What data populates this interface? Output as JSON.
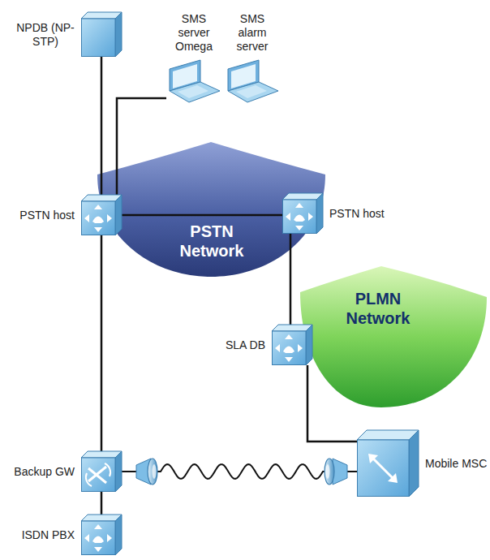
{
  "diagram": {
    "nodes": [
      {
        "text": [
          "NPDB (NP-STP)"
        ]
      },
      {
        "text": [
          "SMS server Omega"
        ]
      },
      {
        "text": [
          "SMS alarm server"
        ]
      },
      {
        "text": [
          "PSTN Network"
        ]
      },
      {
        "text": [
          "PSTN host"
        ]
      },
      {
        "text": [
          "PSTN host"
        ]
      },
      {
        "text": [
          "PLMN Network"
        ]
      },
      {
        "text": [
          "SLA DB"
        ]
      },
      {
        "text": [
          "Mobile MSC"
        ]
      },
      {
        "text": [
          "Backup GW"
        ]
      },
      {
        "text": [
          "ISDN PBX"
        ]
      }
    ],
    "edges": [
      {
        "from": 0,
        "to": 4,
        "arrow": "none"
      },
      {
        "from": 1,
        "to": 4,
        "arrow": "none"
      },
      {
        "from": 4,
        "to": 5,
        "arrow": "none"
      },
      {
        "from": 5,
        "to": 7,
        "arrow": "none"
      },
      {
        "from": 7,
        "to": 8,
        "arrow": "none"
      },
      {
        "from": 4,
        "to": 9,
        "arrow": "none"
      },
      {
        "from": 9,
        "to": 10,
        "arrow": "none"
      },
      {
        "from": 9,
        "to": 8,
        "arrow": "none"
      }
    ]
  }
}
